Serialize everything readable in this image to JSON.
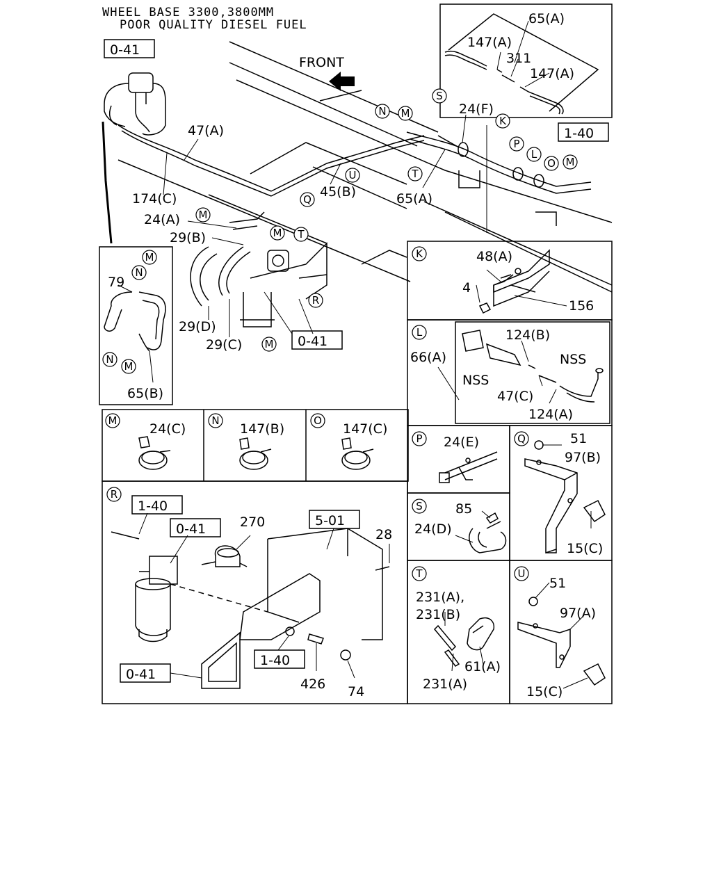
{
  "header": {
    "line1": "WHEEL BASE 3300,3800MM",
    "line2": "POOR QUALITY DIESEL FUEL"
  },
  "front_label": "FRONT",
  "main": {
    "refs": {
      "r041_top": "0-41",
      "r140_top": "1-40",
      "r041_mid": "0-41"
    },
    "labels": {
      "l47a": "47(A)",
      "l174c": "174(C)",
      "l24a": "24(A)",
      "l29b": "29(B)",
      "l29d": "29(D)",
      "l29c": "29(C)",
      "l45b": "45(B)",
      "l65a": "65(A)",
      "l24f": "24(F)"
    },
    "callouts": {
      "n": "N",
      "m": "M",
      "s": "S",
      "k": "K",
      "p": "P",
      "l": "L",
      "o": "O",
      "q": "Q",
      "u": "U",
      "t": "T",
      "r": "R"
    }
  },
  "inset_top": {
    "l65a": "65(A)",
    "l147a_1": "147(A)",
    "l311": "311",
    "l147a_2": "147(A)"
  },
  "inset_left": {
    "l79": "79",
    "l65b": "65(B)"
  },
  "panel_k": {
    "key": "K",
    "l48a": "48(A)",
    "l4": "4",
    "l156": "156"
  },
  "panel_l": {
    "key": "L",
    "l66a": "66(A)",
    "l124b": "124(B)",
    "nss1": "NSS",
    "nss2": "NSS",
    "l47c": "47(C)",
    "l124a": "124(A)"
  },
  "panel_m": {
    "key": "M",
    "part": "24(C)"
  },
  "panel_n": {
    "key": "N",
    "part": "147(B)"
  },
  "panel_o": {
    "key": "O",
    "part": "147(C)"
  },
  "panel_p": {
    "key": "P",
    "part": "24(E)"
  },
  "panel_q": {
    "key": "Q",
    "l51": "51",
    "l97b": "97(B)",
    "l15c": "15(C)"
  },
  "panel_r": {
    "key": "R",
    "r140a": "1-40",
    "r041a": "0-41",
    "l270": "270",
    "r501": "5-01",
    "l28": "28",
    "r140b": "1-40",
    "r041b": "0-41",
    "l426": "426",
    "l74": "74"
  },
  "panel_s": {
    "key": "S",
    "l85": "85",
    "l24d": "24(D)"
  },
  "panel_t": {
    "key": "T",
    "l231ab1": "231(A),",
    "l231ab2": "231(B)",
    "l61a": "61(A)",
    "l231a": "231(A)"
  },
  "panel_u": {
    "key": "U",
    "l51": "51",
    "l97a": "97(A)",
    "l15c": "15(C)"
  }
}
